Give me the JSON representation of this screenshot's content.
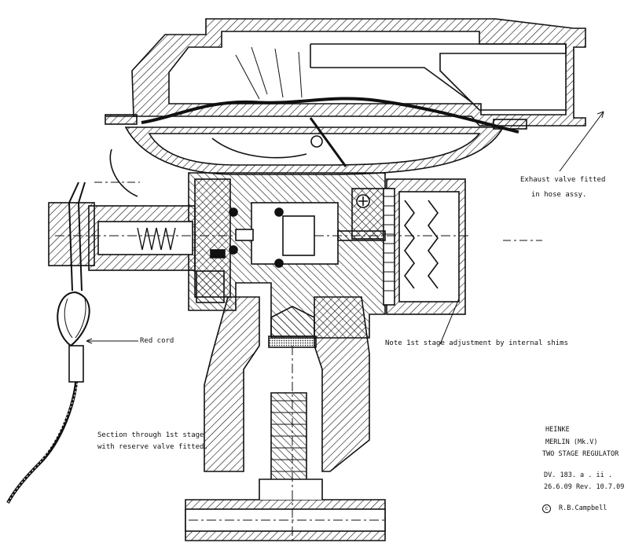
{
  "annotations": {
    "exhaust_valve": [
      "Exhaust valve fitted",
      "in hose assy."
    ],
    "red_cord": "Red cord",
    "first_stage_adjustment": "Note 1st stage adjustment by internal shims",
    "section_note": [
      "Section through 1st stage",
      "with reserve valve fitted."
    ]
  },
  "title_block": {
    "maker": "HEINKE",
    "model": "MERLIN (Mk.V)",
    "title": "TWO STAGE REGULATOR",
    "drawing_no": "DV. 183. a . ii .",
    "dates": "26.6.09  Rev. 10.7.09",
    "copyright_symbol": "c",
    "author": "R.B.Campbell"
  },
  "colors": {
    "ink": "#111111",
    "paper": "#ffffff"
  }
}
